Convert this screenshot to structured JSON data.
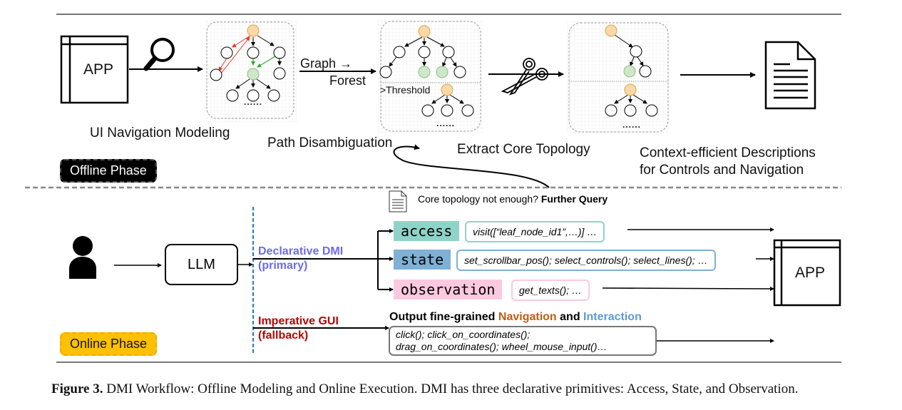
{
  "figure": {
    "caption_label": "Figure 3.",
    "caption_text": "DMI Workflow: Offline Modeling and Online Execution. DMI has three declarative primitives: Access, State, and Observation."
  },
  "offline": {
    "phase_label": "Offline Phase",
    "app_label": "APP",
    "stages": [
      {
        "label": "UI Navigation Modeling"
      },
      {
        "label": "Path Disambiguation"
      },
      {
        "label": "Extract Core Topology"
      },
      {
        "label_line1": "Context-efficient Descriptions",
        "label_line2": "for Controls and Navigation"
      }
    ],
    "graph_to_forest_line1": "Graph →",
    "graph_to_forest_line2": "Forest",
    "threshold_label": ">Threshold",
    "ellipsis": "......",
    "icons": [
      "magnifier-icon",
      "scissors-icon",
      "document-icon"
    ]
  },
  "feedback": {
    "question": "Core topology not enough?",
    "action": "Further Query"
  },
  "online": {
    "phase_label": "Online Phase",
    "llm_label": "LLM",
    "app_label": "APP",
    "declarative_line1": "Declarative DMI",
    "declarative_line2": "(primary)",
    "imperative_line1": "Imperative GUI",
    "imperative_line2": "(fallback)",
    "primitives": [
      {
        "name": "access",
        "calls": "visit([“leaf_node_id1”,…)] …"
      },
      {
        "name": "state",
        "calls": "set_scrollbar_pos(); select_controls(); select_lines(); …"
      },
      {
        "name": "observation",
        "calls": "get_texts(); …"
      }
    ],
    "output_title_prefix": "Output fine-grained",
    "output_title_nav": "Navigation",
    "output_title_and": "and",
    "output_title_inter": "Interaction",
    "gui_calls_line1": "click(); click_on_coordinates();",
    "gui_calls_line2": "drag_on_coordinates(); wheel_mouse_input()…"
  },
  "colors": {
    "declarative": "#6b6bf0",
    "imperative": "#c00000",
    "navigation": "#c55a11",
    "interaction": "#5b9bd5",
    "access": "#8ed3c7",
    "state": "#7fb0d5",
    "observation": "#fcc9e0",
    "root_node": "#fbd8a8",
    "target_node": "#cfe7c9"
  }
}
